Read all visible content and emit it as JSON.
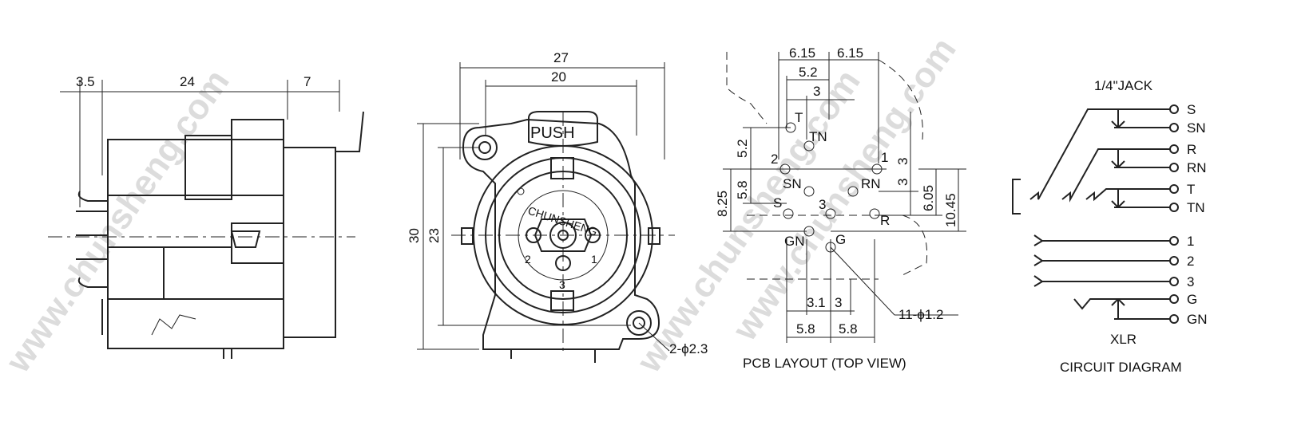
{
  "watermark": "www.chunsheng.com",
  "side_view": {
    "dims": [
      "3.5",
      "24",
      "7"
    ]
  },
  "front_view": {
    "dims": [
      "27",
      "20",
      "30",
      "23"
    ],
    "push_label": "PUSH",
    "brand": "CHUNSHENG",
    "pins": [
      "1",
      "2",
      "3"
    ],
    "hole_note": "2-ϕ2.3"
  },
  "pcb_layout": {
    "caption": "PCB LAYOUT (TOP VIEW)",
    "top_dims": [
      "6.15",
      "6.15",
      "5.2",
      "3"
    ],
    "left_dims": [
      "5.2",
      "5.8",
      "8.25"
    ],
    "right_dims": [
      "3",
      "3",
      "6.05",
      "10.45"
    ],
    "bottom_dims": [
      "3.1",
      "3",
      "5.8",
      "5.8"
    ],
    "pin_labels": [
      "T",
      "TN",
      "2",
      "1",
      "SN",
      "RN",
      "S",
      "3",
      "R",
      "GN",
      "G"
    ],
    "hole_note": "11-ϕ1.2"
  },
  "circuit": {
    "title": "1/4\"JACK",
    "jack_terminals": [
      "S",
      "SN",
      "R",
      "RN",
      "T",
      "TN"
    ],
    "xlr_terminals": [
      "1",
      "2",
      "3",
      "G",
      "GN"
    ],
    "xlr_label": "XLR",
    "caption": "CIRCUIT DIAGRAM"
  }
}
